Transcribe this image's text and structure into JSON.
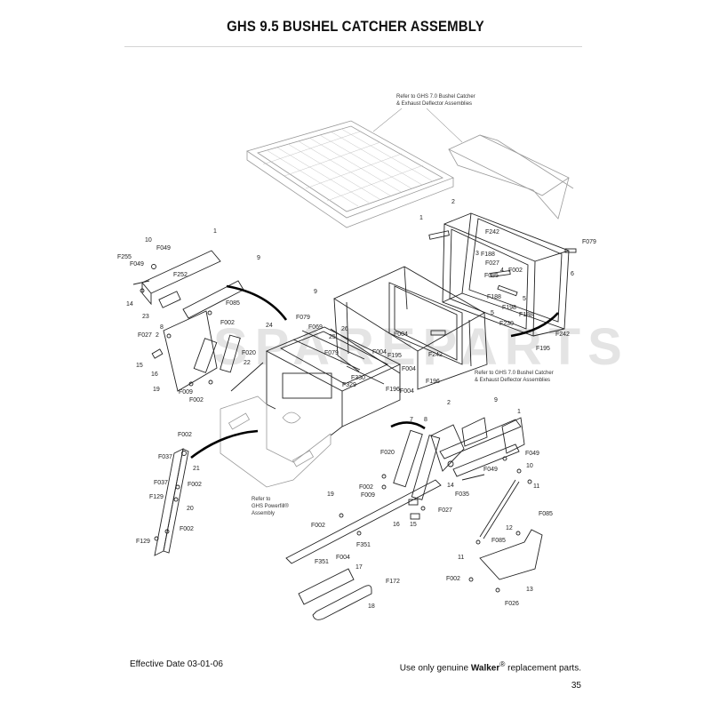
{
  "title": "GHS 9.5 BUSHEL CATCHER ASSEMBLY",
  "watermark": "SPAREPARTS",
  "notes": {
    "ref_top_1": "Refer to  GHS 7.0 Bushel Catcher",
    "ref_top_2": "& Exhaust Deflector Assemblies",
    "ref_mid_1": "Refer to  GHS 7.0 Bushel Catcher",
    "ref_mid_2": "& Exhaust Deflector Assemblies",
    "powerfill_1": "Refer to",
    "powerfill_2": "GHS Powerfill®",
    "powerfill_3": "Assembly"
  },
  "callouts": {
    "top_right_frame": [
      "2",
      "1",
      "F242",
      "3",
      "F188",
      "F027",
      "F002",
      "4",
      "F085",
      "5",
      "F188",
      "F198",
      "F188",
      "5",
      "F230",
      "F242",
      "F195",
      "F079",
      "6"
    ],
    "upper_left_bracket": [
      "10",
      "F049",
      "1",
      "F255",
      "F049",
      "F252",
      "9",
      "14",
      "F085",
      "23",
      "F002",
      "8",
      "F027",
      "2",
      "15",
      "16",
      "F020",
      "22",
      "19",
      "F009",
      "F002"
    ],
    "center_frame": [
      "9",
      "24",
      "F079",
      "F069",
      "25",
      "26",
      "F004",
      "F079",
      "F004",
      "F195",
      "F242",
      "F004",
      "F330",
      "F329",
      "F196",
      "F004",
      "F196"
    ],
    "lower_left_post": [
      "F002",
      "F037",
      "21",
      "F037",
      "F002",
      "F129",
      "20",
      "F002",
      "F129"
    ],
    "lower_center": [
      "7",
      "8",
      "2",
      "F020",
      "F002",
      "F009",
      "19",
      "F002",
      "F027",
      "16",
      "15",
      "F351",
      "F351",
      "F004",
      "17",
      "F172",
      "18"
    ],
    "lower_right": [
      "9",
      "1",
      "F049",
      "10",
      "F049",
      "14",
      "F035",
      "11",
      "12",
      "F085",
      "F085",
      "11",
      "F002",
      "13",
      "F026"
    ]
  },
  "footer": {
    "effective_date": "Effective Date 03-01-06",
    "use_text": "Use only genuine ",
    "brand": "Walker",
    "reg": "®",
    "replacement_text": " replacement parts.",
    "page_number": "35"
  }
}
